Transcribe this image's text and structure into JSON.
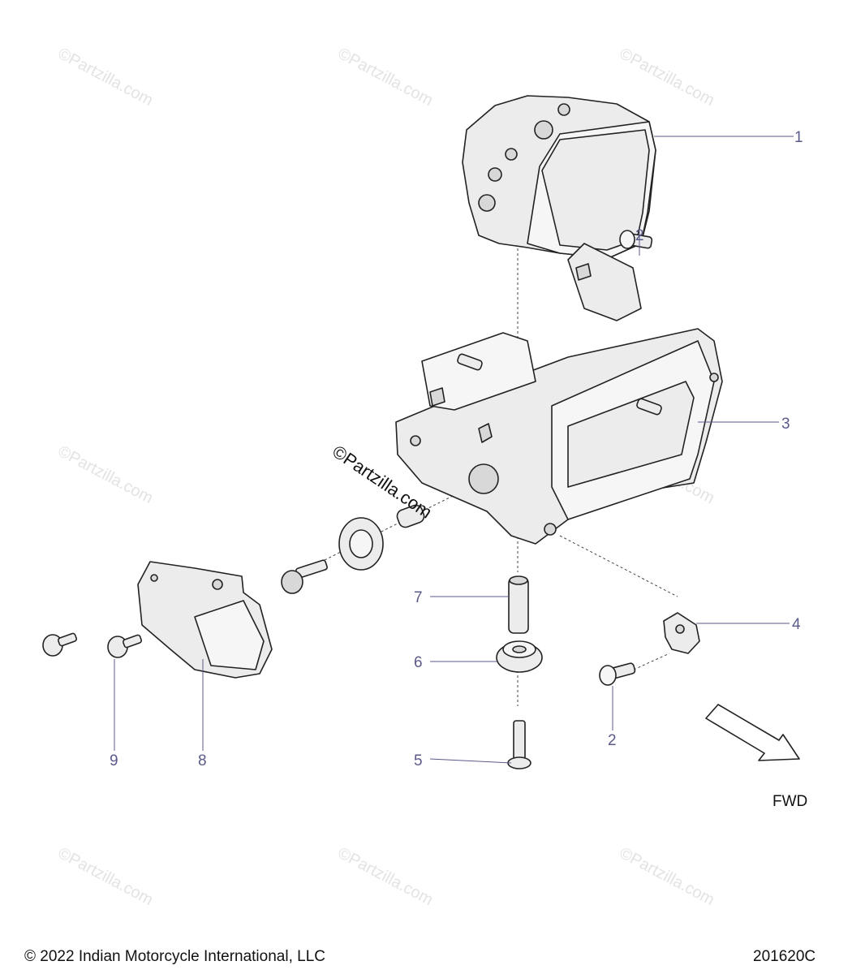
{
  "callouts": [
    {
      "id": "c1",
      "label": "1"
    },
    {
      "id": "c2a",
      "label": "2"
    },
    {
      "id": "c2b",
      "label": "2"
    },
    {
      "id": "c3",
      "label": "3"
    },
    {
      "id": "c4",
      "label": "4"
    },
    {
      "id": "c5",
      "label": "5"
    },
    {
      "id": "c6",
      "label": "6"
    },
    {
      "id": "c7",
      "label": "7"
    },
    {
      "id": "c8",
      "label": "8"
    },
    {
      "id": "c9",
      "label": "9"
    }
  ],
  "watermark": "©Partzilla.com",
  "fwd_label": "FWD",
  "copyright": "© 2022 Indian Motorcycle International, LLC",
  "diagram_code": "201620C",
  "colors": {
    "callout": "#5a5a8a",
    "line": "#222222",
    "watermark": "#e3e3e3"
  }
}
